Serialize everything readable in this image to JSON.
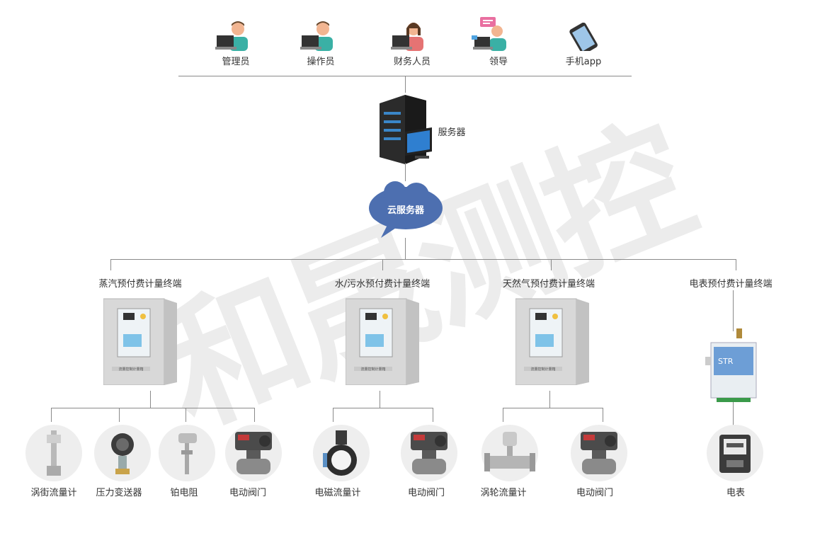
{
  "watermark": "和晟测控",
  "users": [
    "管理员",
    "操作员",
    "财务人员",
    "领导",
    "手机app"
  ],
  "server_label": "服务器",
  "cloud_label": "云服务器",
  "terminals": {
    "steam": "蒸汽预付费计量终端",
    "water": "水/污水预付费计量终端",
    "gas": "天然气预付费计量终端",
    "electric": "电表预付费计量终端"
  },
  "cabinet_caption": "流量控制计量箱",
  "electric_module_text": "STR",
  "devices": {
    "vortex": "涡街流量计",
    "pressure": "压力变送器",
    "rtd": "铂电阻",
    "valve": "电动阀门",
    "magnetic": "电磁流量计",
    "turbine": "涡轮流量计",
    "meter": "电表"
  },
  "colors": {
    "accent_blue": "#3a86c8",
    "cloud": "#4d6fb0",
    "line": "#8a8a8a"
  }
}
